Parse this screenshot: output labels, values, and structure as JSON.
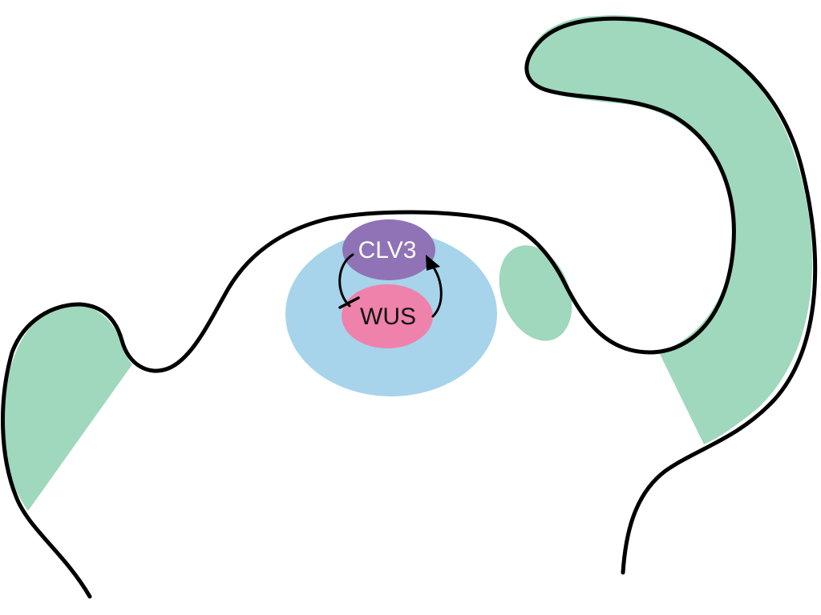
{
  "labels": {
    "clv3": "CLV3",
    "wus": "WUS"
  },
  "colors": {
    "organ_green": "#9fd8bd",
    "central_zone_blue": "#a7d4ea",
    "clv3_purple": "#8f73b6",
    "wus_pink": "#ee82ab",
    "clv3_text": "#ffffff",
    "wus_text": "#111111",
    "outline": "#000000"
  },
  "regulation": {
    "wus_to_clv3": "activation",
    "clv3_to_wus": "repression"
  }
}
